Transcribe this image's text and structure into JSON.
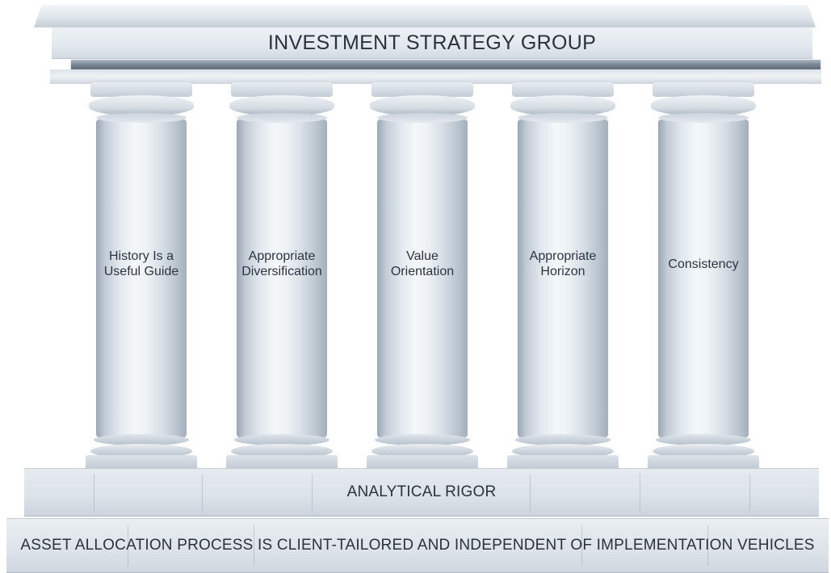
{
  "header": {
    "title": "INVESTMENT STRATEGY GROUP"
  },
  "pillars": [
    {
      "lines": [
        "History Is a",
        "Useful Guide"
      ]
    },
    {
      "lines": [
        "Appropriate",
        "Diversification"
      ]
    },
    {
      "lines": [
        "Value",
        "Orientation"
      ]
    },
    {
      "lines": [
        "Appropriate",
        "Horizon"
      ]
    },
    {
      "lines": [
        "Consistency"
      ]
    }
  ],
  "foundation": {
    "upper_step": "ANALYTICAL RIGOR",
    "lower_step": "ASSET ALLOCATION PROCESS IS CLIENT-TAILORED AND INDEPENDENT OF IMPLEMENTATION VEHICLES"
  }
}
